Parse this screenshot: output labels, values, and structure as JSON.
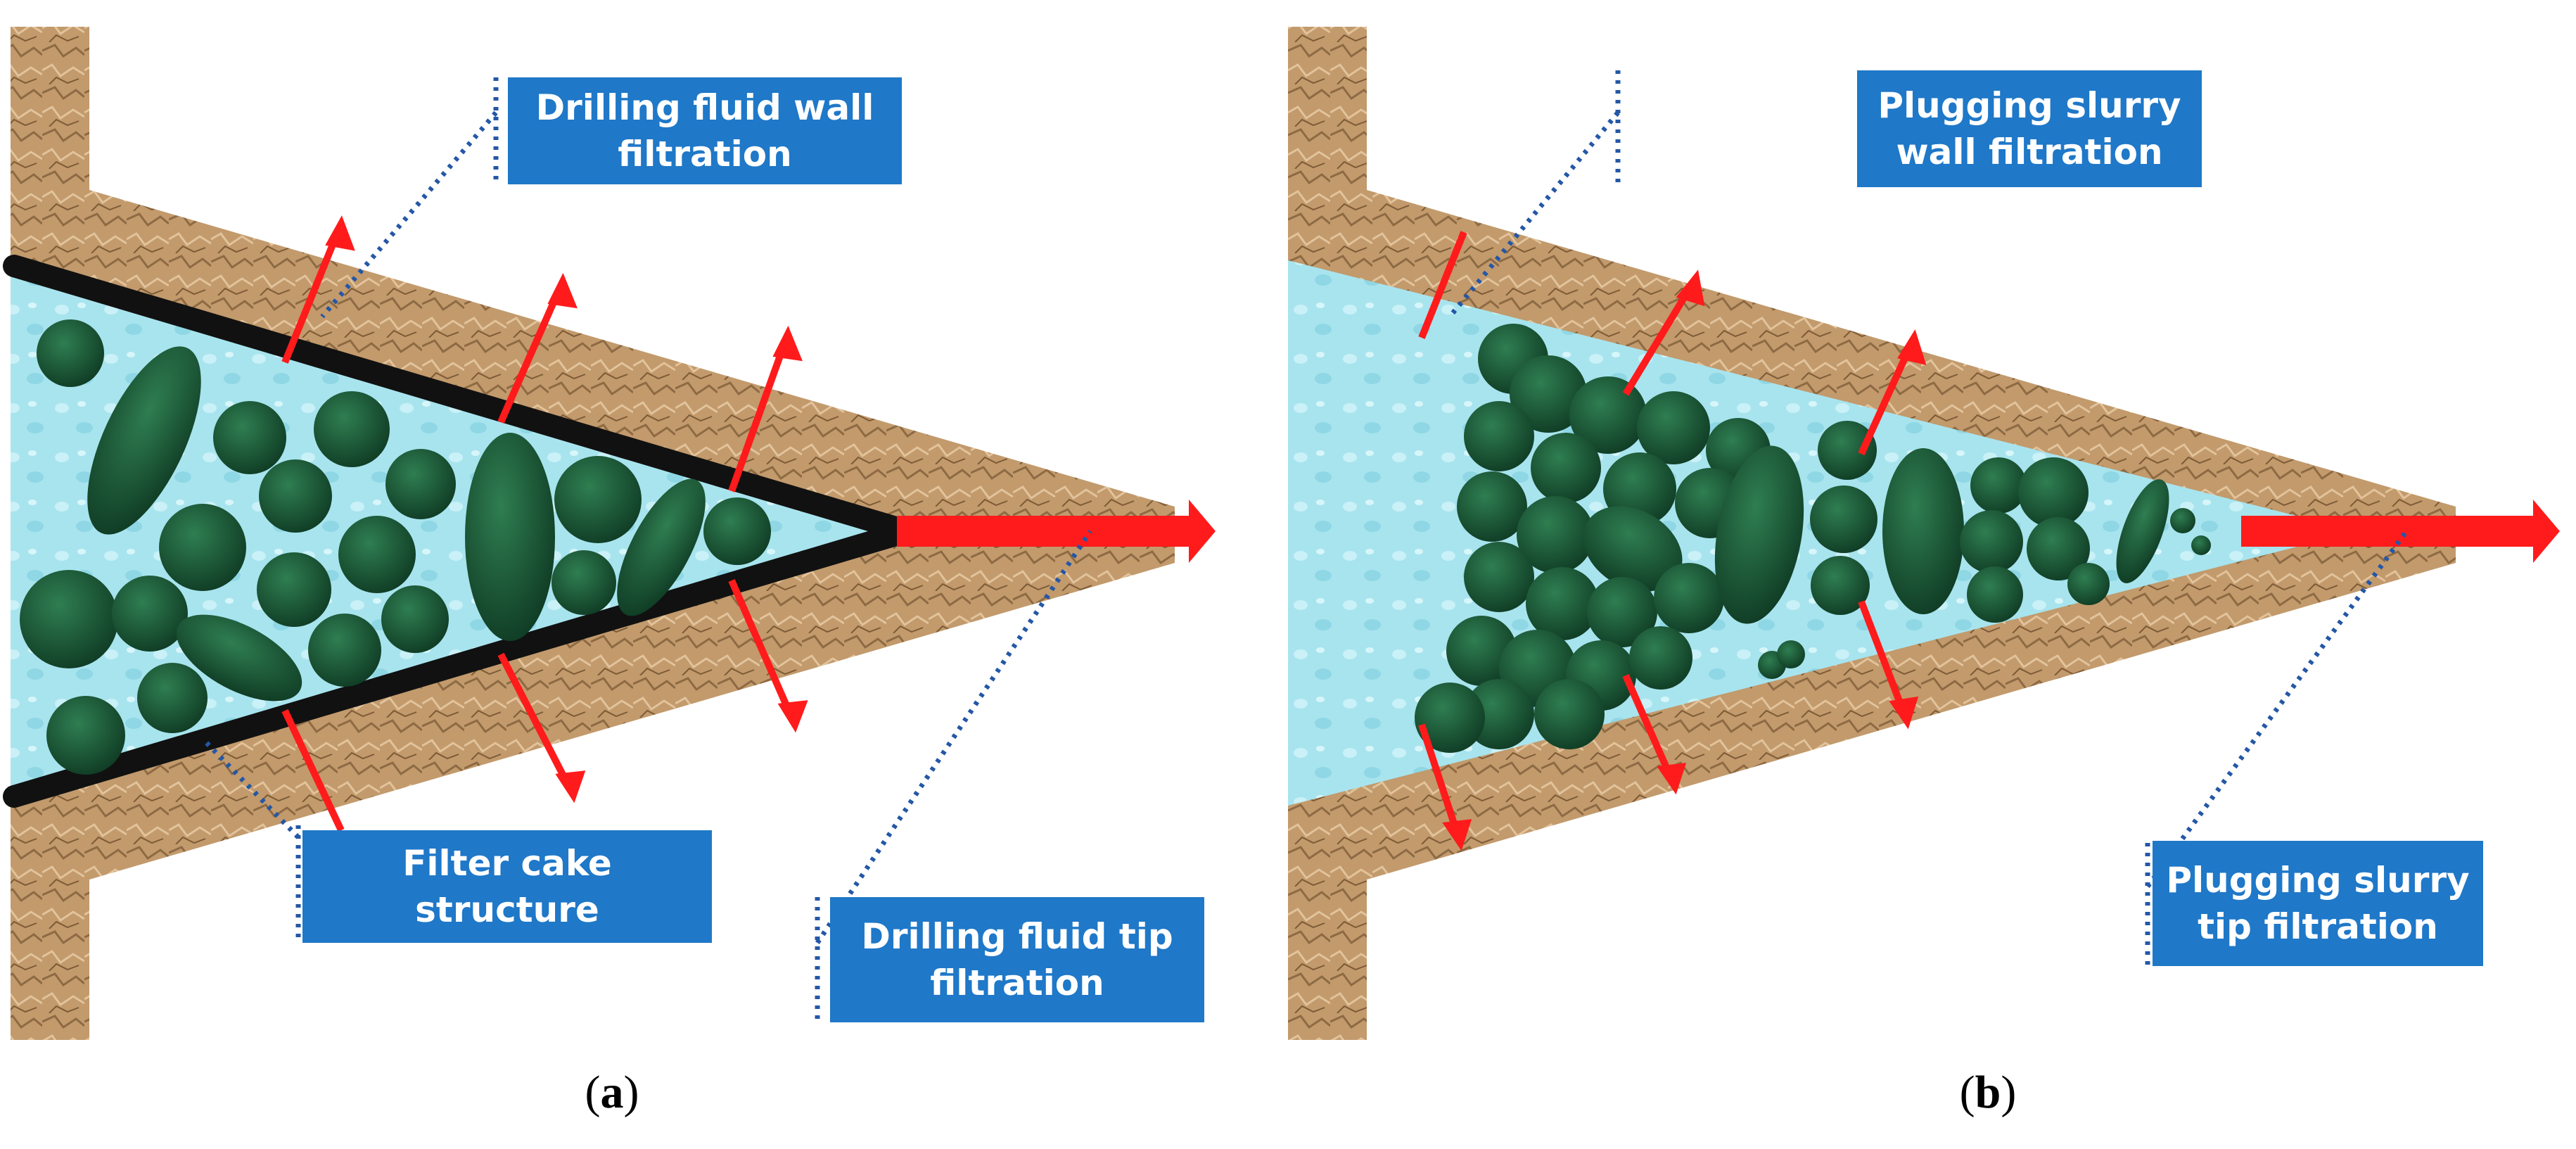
{
  "colors": {
    "rock": "#c29a6c",
    "rock_dark": "#8d6a43",
    "fluid": "#a8e4ee",
    "fluid_dark": "#7ccfdf",
    "particle": "#1d5e3a",
    "particle_dark": "#0f3b24",
    "cake": "#111111",
    "arrow": "#ff1b1b",
    "callout_bg": "#1f78c8",
    "leader": "#2457a6"
  },
  "panel_a": {
    "wall_filtration_label": [
      "Drilling fluid wall",
      "filtration"
    ],
    "filter_cake_label": [
      "Filter cake",
      "structure"
    ],
    "tip_filtration_label": [
      "Drilling fluid tip",
      "filtration"
    ],
    "caption_letter": "a"
  },
  "panel_b": {
    "wall_filtration_label": [
      "Plugging slurry",
      "wall filtration"
    ],
    "tip_filtration_label": [
      "Plugging slurry",
      "tip filtration"
    ],
    "caption_letter": "b"
  }
}
